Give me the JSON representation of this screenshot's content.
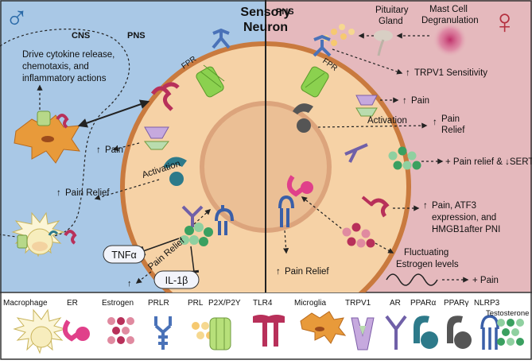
{
  "male_symbol": "♂",
  "female_symbol": "♀",
  "title": [
    "Sensory",
    "Neuron"
  ],
  "left": {
    "cns": "CNS",
    "pns": "PNS",
    "cytokine_text": [
      "Drive cytokine release,",
      "chemotaxis, and",
      "inflammatory actions"
    ],
    "fpr": "FPR",
    "pain": "Pain",
    "activation": "Activation",
    "pain_relief": "Pain Relief",
    "pain_relief_small": "Pain Relief",
    "tnf": "TNFα",
    "il1b": "IL-1β"
  },
  "right": {
    "pns": "PNS",
    "pituitary": [
      "Pituitary",
      "Gland"
    ],
    "mast": [
      "Mast Cell",
      "Degranulation"
    ],
    "fpr": "FPR",
    "trpv1": "TRPV1 Sensitivity",
    "pain": "Pain",
    "activation": "Activation",
    "pain_relief_a": [
      "Pain",
      "Relief"
    ],
    "pain_relief_sert": "+ Pain relief & ",
    "sert": "SERT",
    "atf3": [
      "Pain, ATF3",
      "expression, and",
      "HMGB1after PNI"
    ],
    "fluctuating": [
      "Fluctuating",
      "Estrogen levels"
    ],
    "plus_pain": "+ Pain",
    "pain_relief_b": "Pain Relief"
  },
  "legend": [
    "Macrophage",
    "ER",
    "Estrogen",
    "PRLR",
    "PRL",
    "P2X/P2Y",
    "TLR4",
    "Microglia",
    "TRPV1",
    "AR",
    "PPARα",
    "PPARγ",
    "NLRP3",
    "Testosterone"
  ],
  "colors": {
    "male_bg": "#a9c8e6",
    "female_bg": "#e5b9bd",
    "neuron": "#f6d2a6",
    "neuron_border": "#c97a3e",
    "nucleus": "#ebbf95",
    "symbol": "#2b6aa8",
    "female_symbol": "#b5303f"
  }
}
